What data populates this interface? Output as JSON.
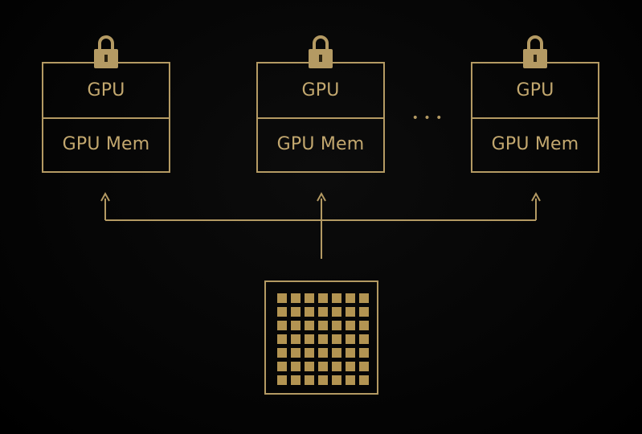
{
  "gpus": [
    {
      "gpu_label": "GPU",
      "mem_label": "GPU Mem"
    },
    {
      "gpu_label": "GPU",
      "mem_label": "GPU Mem"
    },
    {
      "gpu_label": "GPU",
      "mem_label": "GPU Mem"
    }
  ],
  "ellipsis": "• • •",
  "icons": {
    "lock": "lock-icon",
    "chip": "chip-grid-icon",
    "arrow": "arrow-up-icon"
  },
  "colors": {
    "accent": "#b49a63",
    "text": "#c3a86f",
    "background": "#000000"
  }
}
